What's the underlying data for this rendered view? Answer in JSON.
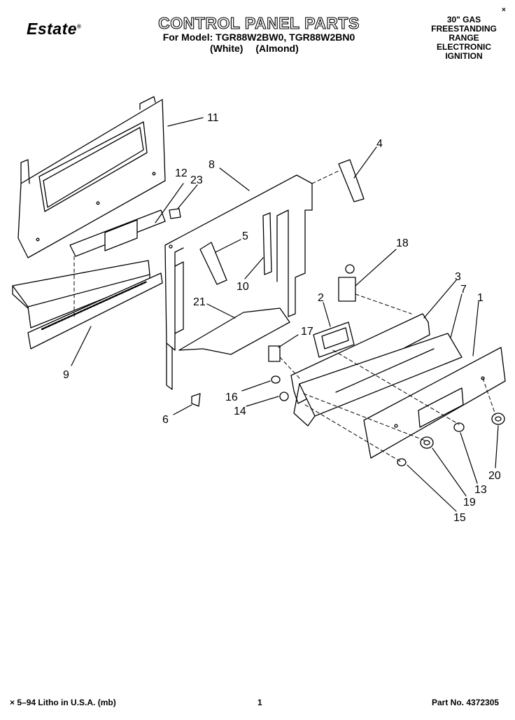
{
  "header": {
    "brand": "Estate",
    "brand_mark": "®",
    "title": "CONTROL PANEL PARTS",
    "model_line": "For Model: TGR88W2BW0, TGR88W2BN0",
    "color_line": "(White) (Almond)",
    "spec_lines": [
      "30\" GAS",
      "FREESTANDING",
      "RANGE",
      "ELECTRONIC",
      "IGNITION"
    ],
    "corner_mark": "×"
  },
  "callouts": [
    "11",
    "12",
    "23",
    "8",
    "4",
    "5",
    "18",
    "10",
    "3",
    "7",
    "1",
    "2",
    "21",
    "17",
    "9",
    "16",
    "14",
    "6",
    "20",
    "13",
    "19",
    "15"
  ],
  "footer": {
    "left": "× 5–94 Litho in U.S.A. (mb)",
    "page": "1",
    "part_number": "Part No. 4372305"
  }
}
